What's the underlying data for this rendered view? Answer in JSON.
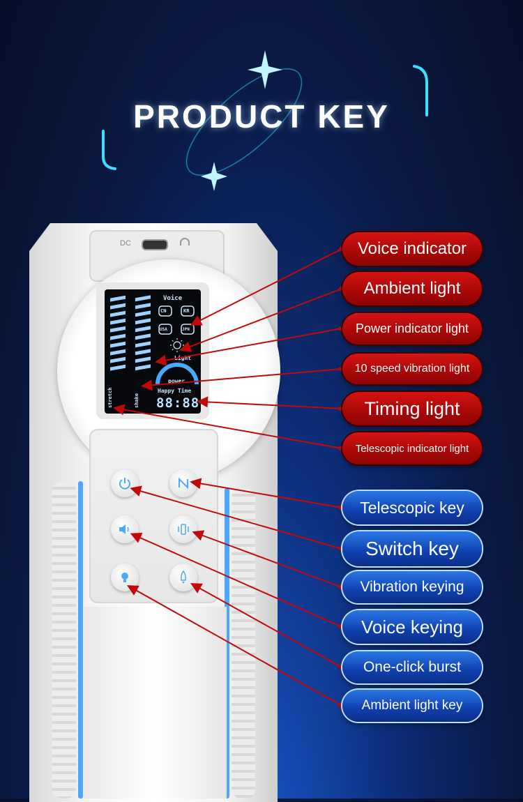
{
  "title": "PRODUCT KEY",
  "device": {
    "dc_label": "DC",
    "lcd": {
      "voice": "Voice",
      "cn": "CN",
      "kr": "KR",
      "usa": "USA",
      "jpn": "JPN",
      "light": "Light",
      "power": "power",
      "happy_time": "Happy Time",
      "time": "88:88",
      "stretch": "stretch",
      "shake": "shake"
    },
    "keys": [
      "power-icon",
      "telescopic-icon",
      "speaker-icon",
      "vibration-icon",
      "bulb-icon",
      "rocket-icon"
    ]
  },
  "indicator_labels": [
    "Voice indicator",
    "Ambient light",
    "Power indicator light",
    "10 speed vibration light",
    "Timing light",
    "Telescopic indicator light"
  ],
  "key_labels": [
    "Telescopic key",
    "Switch key",
    "Vibration keying",
    "Voice keying",
    "One-click burst",
    "Ambient light key"
  ],
  "colors": {
    "background": "#0a1a44",
    "indicator_label": "#c00a0a",
    "key_label": "#1a55c8",
    "callout_line": "#c00a0a",
    "accent": "#3ce0ff"
  }
}
